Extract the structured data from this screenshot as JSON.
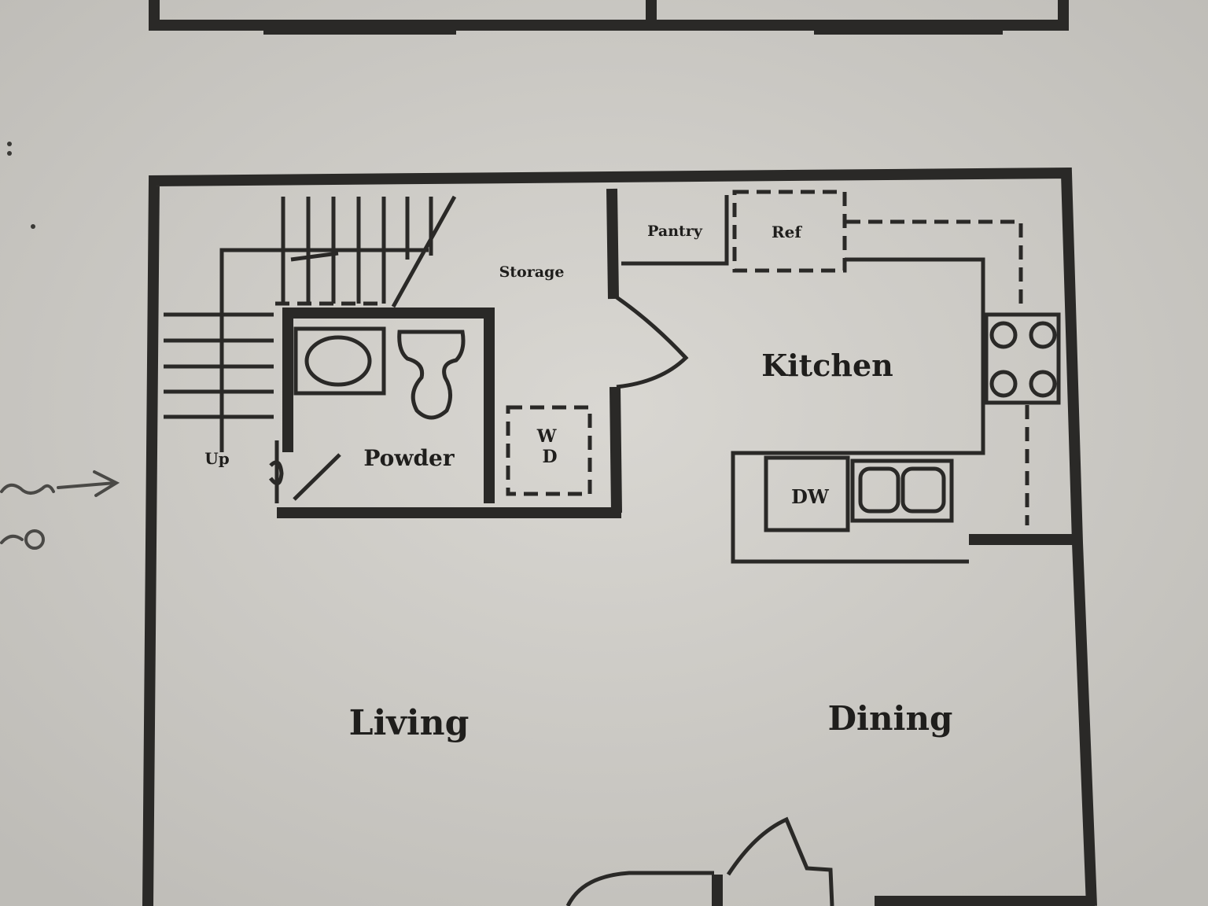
{
  "rooms": {
    "storage": "Storage",
    "pantry": "Pantry",
    "refrigerator": "Ref",
    "kitchen": "Kitchen",
    "powder": "Powder",
    "stairs_up": "Up",
    "washer_dryer": "W\nD",
    "dishwasher": "DW",
    "living": "Living",
    "dining": "Dining"
  },
  "colors": {
    "paper": "#cfcdc8",
    "ink": "#2a2927"
  }
}
